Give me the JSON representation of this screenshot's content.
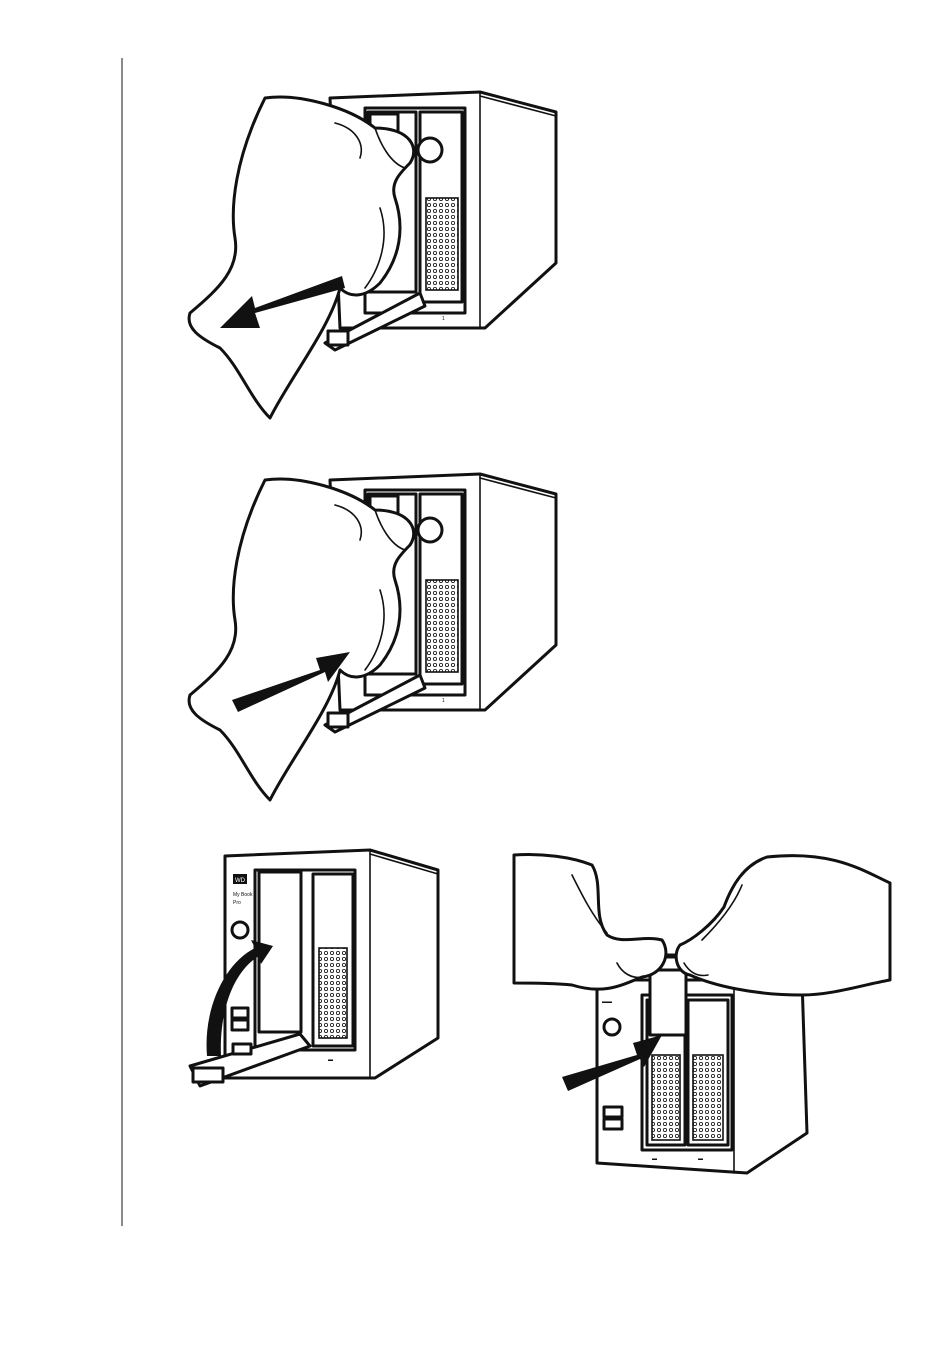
{
  "page": {
    "background": "#ffffff",
    "ink": "#111111",
    "divider_color": "#8a8a8a"
  },
  "figures": [
    {
      "name": "figure-pull-drive-tray",
      "arrow": "out"
    },
    {
      "name": "figure-push-drive-tray",
      "arrow": "in"
    },
    {
      "name": "figure-close-tray-handle",
      "arrow": "curved-up"
    },
    {
      "name": "figure-insert-drive-two-hands",
      "arrow": "in"
    }
  ],
  "device": {
    "brand_badge": "WD",
    "model_line1": "My Book",
    "model_line2": "Pro"
  }
}
